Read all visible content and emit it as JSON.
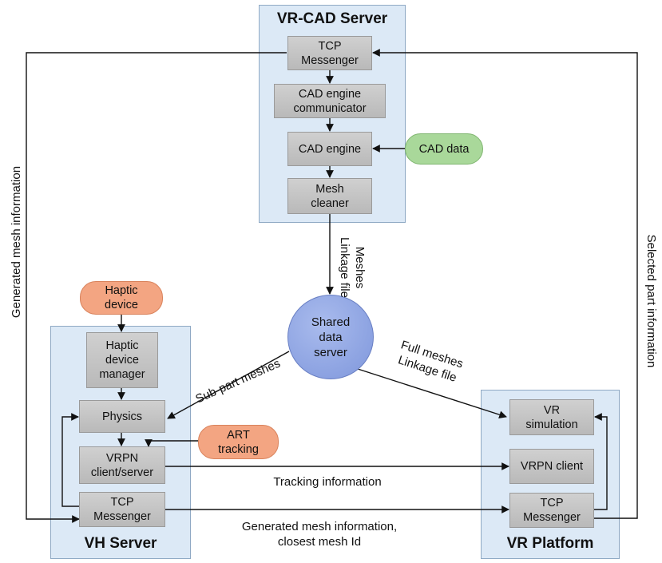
{
  "containers": {
    "vr_cad_server": "VR-CAD Server",
    "vh_server": "VH Server",
    "vr_platform": "VR Platform"
  },
  "blocks": {
    "cad_tcp_messenger": "TCP\nMessenger",
    "cad_engine_communicator": "CAD engine\ncommunicator",
    "cad_engine": "CAD engine",
    "mesh_cleaner": "Mesh\ncleaner",
    "haptic_device_manager": "Haptic\ndevice\nmanager",
    "physics": "Physics",
    "vrpn_client_server": "VRPN\nclient/server",
    "vh_tcp_messenger": "TCP\nMessenger",
    "vr_simulation": "VR\nsimulation",
    "vrpn_client": "VRPN client",
    "vrp_tcp_messenger": "TCP\nMessenger"
  },
  "inputs": {
    "cad_data": "CAD data",
    "haptic_device": "Haptic\ndevice",
    "art_tracking": "ART\ntracking"
  },
  "shared_server": "Shared\ndata\nserver",
  "edge_labels": {
    "meshes_linkage": "Meshes\nLinkage file",
    "sub_part_meshes": "Sub-part meshes",
    "full_meshes_linkage": "Full meshes\nLinkage file",
    "tracking_information": "Tracking information",
    "generated_mesh_closest": "Generated mesh information,\nclosest mesh Id",
    "generated_mesh_information": "Generated mesh information",
    "selected_part_information": "Selected part information"
  },
  "colors": {
    "container_fill": "#dce9f6",
    "block_fill": "#c4c4c4",
    "input_orange": "#f3a582",
    "input_green": "#a9d89a",
    "shared_server_fill": "#8fa6e2"
  }
}
